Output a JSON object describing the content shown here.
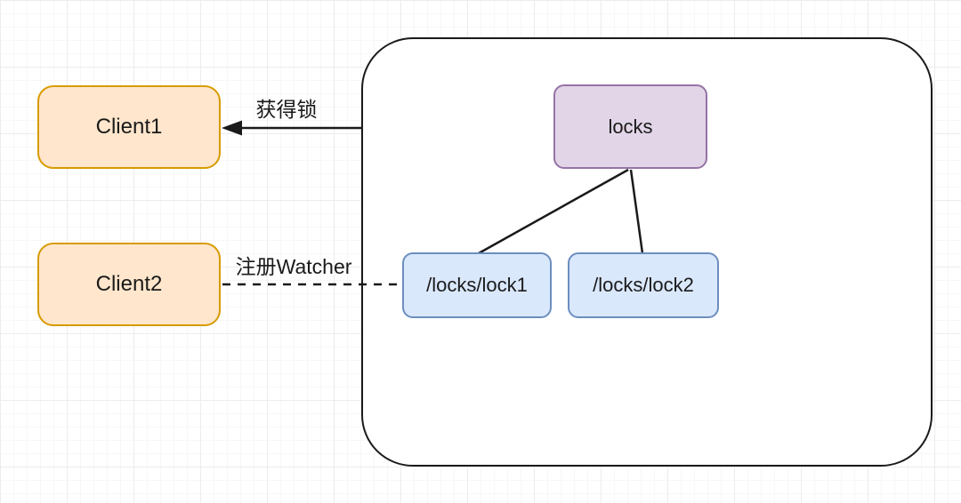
{
  "clients": [
    {
      "id": "client1",
      "label": "Client1"
    },
    {
      "id": "client2",
      "label": "Client2"
    }
  ],
  "zookeeper": {
    "root_node": {
      "label": "locks"
    },
    "child_nodes": [
      {
        "label": "/locks/lock1"
      },
      {
        "label": "/locks/lock2"
      }
    ]
  },
  "edges": [
    {
      "id": "acquire-lock",
      "label": "获得锁",
      "style": "solid-arrow",
      "from": "zookeeper-container",
      "to": "client1"
    },
    {
      "id": "register-watcher",
      "label": "注册Watcher",
      "style": "dashed",
      "from": "client2",
      "to": "/locks/lock1"
    },
    {
      "id": "tree-edge-1",
      "label": "",
      "style": "solid",
      "from": "locks",
      "to": "/locks/lock1"
    },
    {
      "id": "tree-edge-2",
      "label": "",
      "style": "solid",
      "from": "locks",
      "to": "/locks/lock2"
    }
  ],
  "colors": {
    "client_fill": "#FFE6CC",
    "client_border": "#D79B00",
    "root_fill": "#E1D5E7",
    "root_border": "#9673A6",
    "child_fill": "#DAE8FC",
    "child_border": "#6C8EBF",
    "line_color": "#1a1a1a"
  }
}
